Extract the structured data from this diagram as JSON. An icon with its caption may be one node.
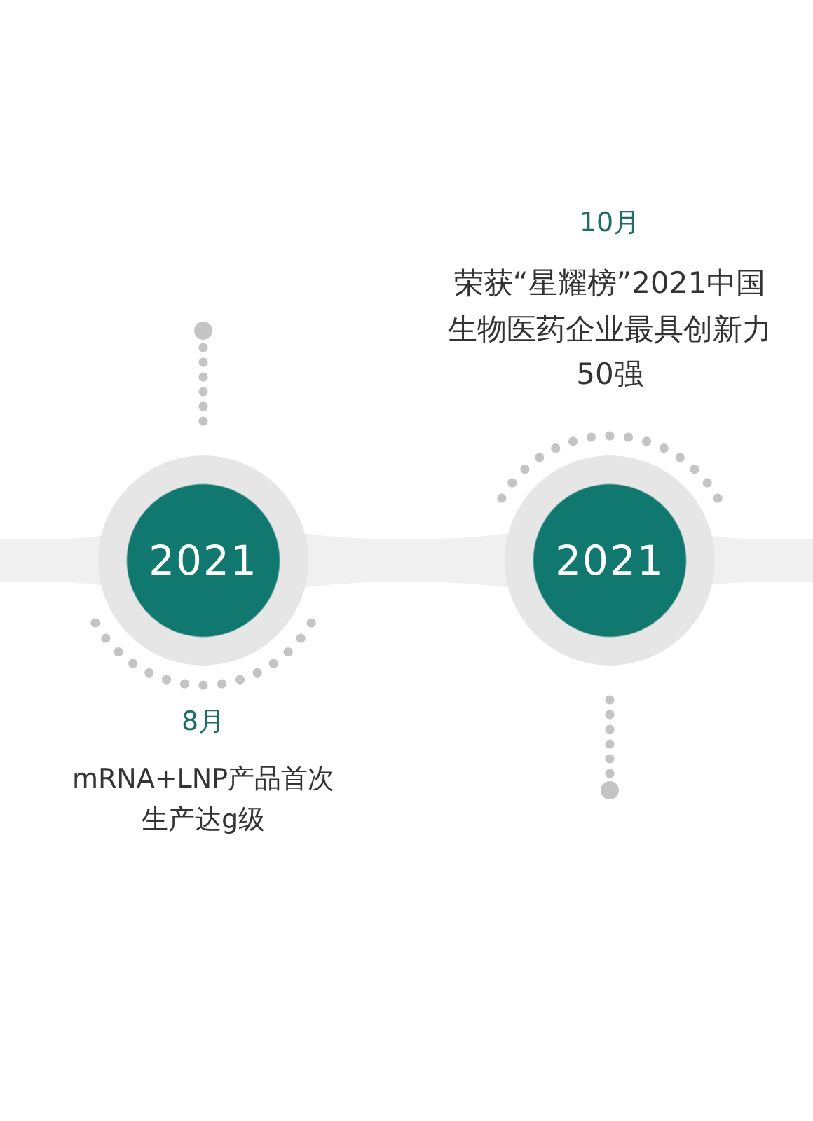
{
  "diagram": {
    "nodes": [
      {
        "text": [
          "2021"
        ],
        "beside": [
          "8月",
          "mRNA+LNP产品首次生产达g级"
        ]
      },
      {
        "text": [
          "2021"
        ],
        "beside": [
          "10月",
          "荣获“星耀榜”2021中国生物医药企业最具创新力50强"
        ]
      }
    ]
  }
}
